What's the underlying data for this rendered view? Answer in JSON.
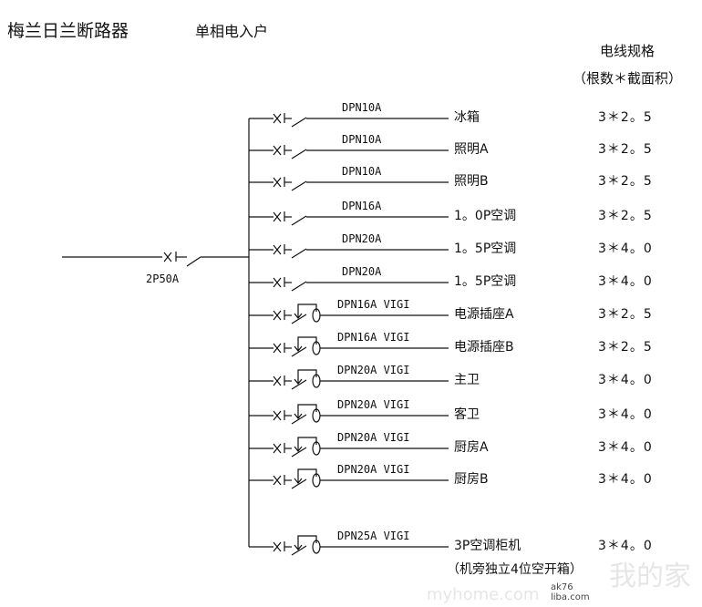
{
  "title": "梅兰日兰断路器",
  "subtitle": "单相电入户",
  "spec_header": {
    "line1": "电线规格",
    "line2": "（根数＊截面积）"
  },
  "main_breaker": "2P50A",
  "branches": [
    {
      "breaker": "DPN10A",
      "load": "冰箱",
      "spec": "3＊2。5",
      "rcd": false
    },
    {
      "breaker": "DPN10A",
      "load": "照明A",
      "spec": "3＊2。5",
      "rcd": false
    },
    {
      "breaker": "DPN10A",
      "load": "照明B",
      "spec": "3＊2。5",
      "rcd": false
    },
    {
      "breaker": "DPN16A",
      "load": "1。0P空调",
      "spec": "3＊2。5",
      "rcd": false
    },
    {
      "breaker": "DPN20A",
      "load": "1。5P空调",
      "spec": "3＊4。0",
      "rcd": false
    },
    {
      "breaker": "DPN20A",
      "load": "1。5P空调",
      "spec": "3＊4。0",
      "rcd": false
    },
    {
      "breaker": "DPN16A VIGI",
      "load": "电源插座A",
      "spec": "3＊2。5",
      "rcd": true
    },
    {
      "breaker": "DPN16A VIGI",
      "load": "电源插座B",
      "spec": "3＊2。5",
      "rcd": true
    },
    {
      "breaker": "DPN20A VIGI",
      "load": "主卫",
      "spec": "3＊4。0",
      "rcd": true
    },
    {
      "breaker": "DPN20A VIGI",
      "load": "客卫",
      "spec": "3＊4。0",
      "rcd": true
    },
    {
      "breaker": "DPN20A VIGI",
      "load": "厨房A",
      "spec": "3＊4。0",
      "rcd": true
    },
    {
      "breaker": "DPN20A VIGI",
      "load": "厨房B",
      "spec": "3＊4。0",
      "rcd": true
    },
    {
      "breaker": "DPN25A VIGI",
      "load": "3P空调柜机",
      "spec": "3＊4。0",
      "rcd": true
    }
  ],
  "note": "（机旁独立4位空开箱）",
  "watermark": {
    "main": "我的家",
    "sub": "myhome.com",
    "credit1": "ak76",
    "credit2": "liba.com"
  }
}
